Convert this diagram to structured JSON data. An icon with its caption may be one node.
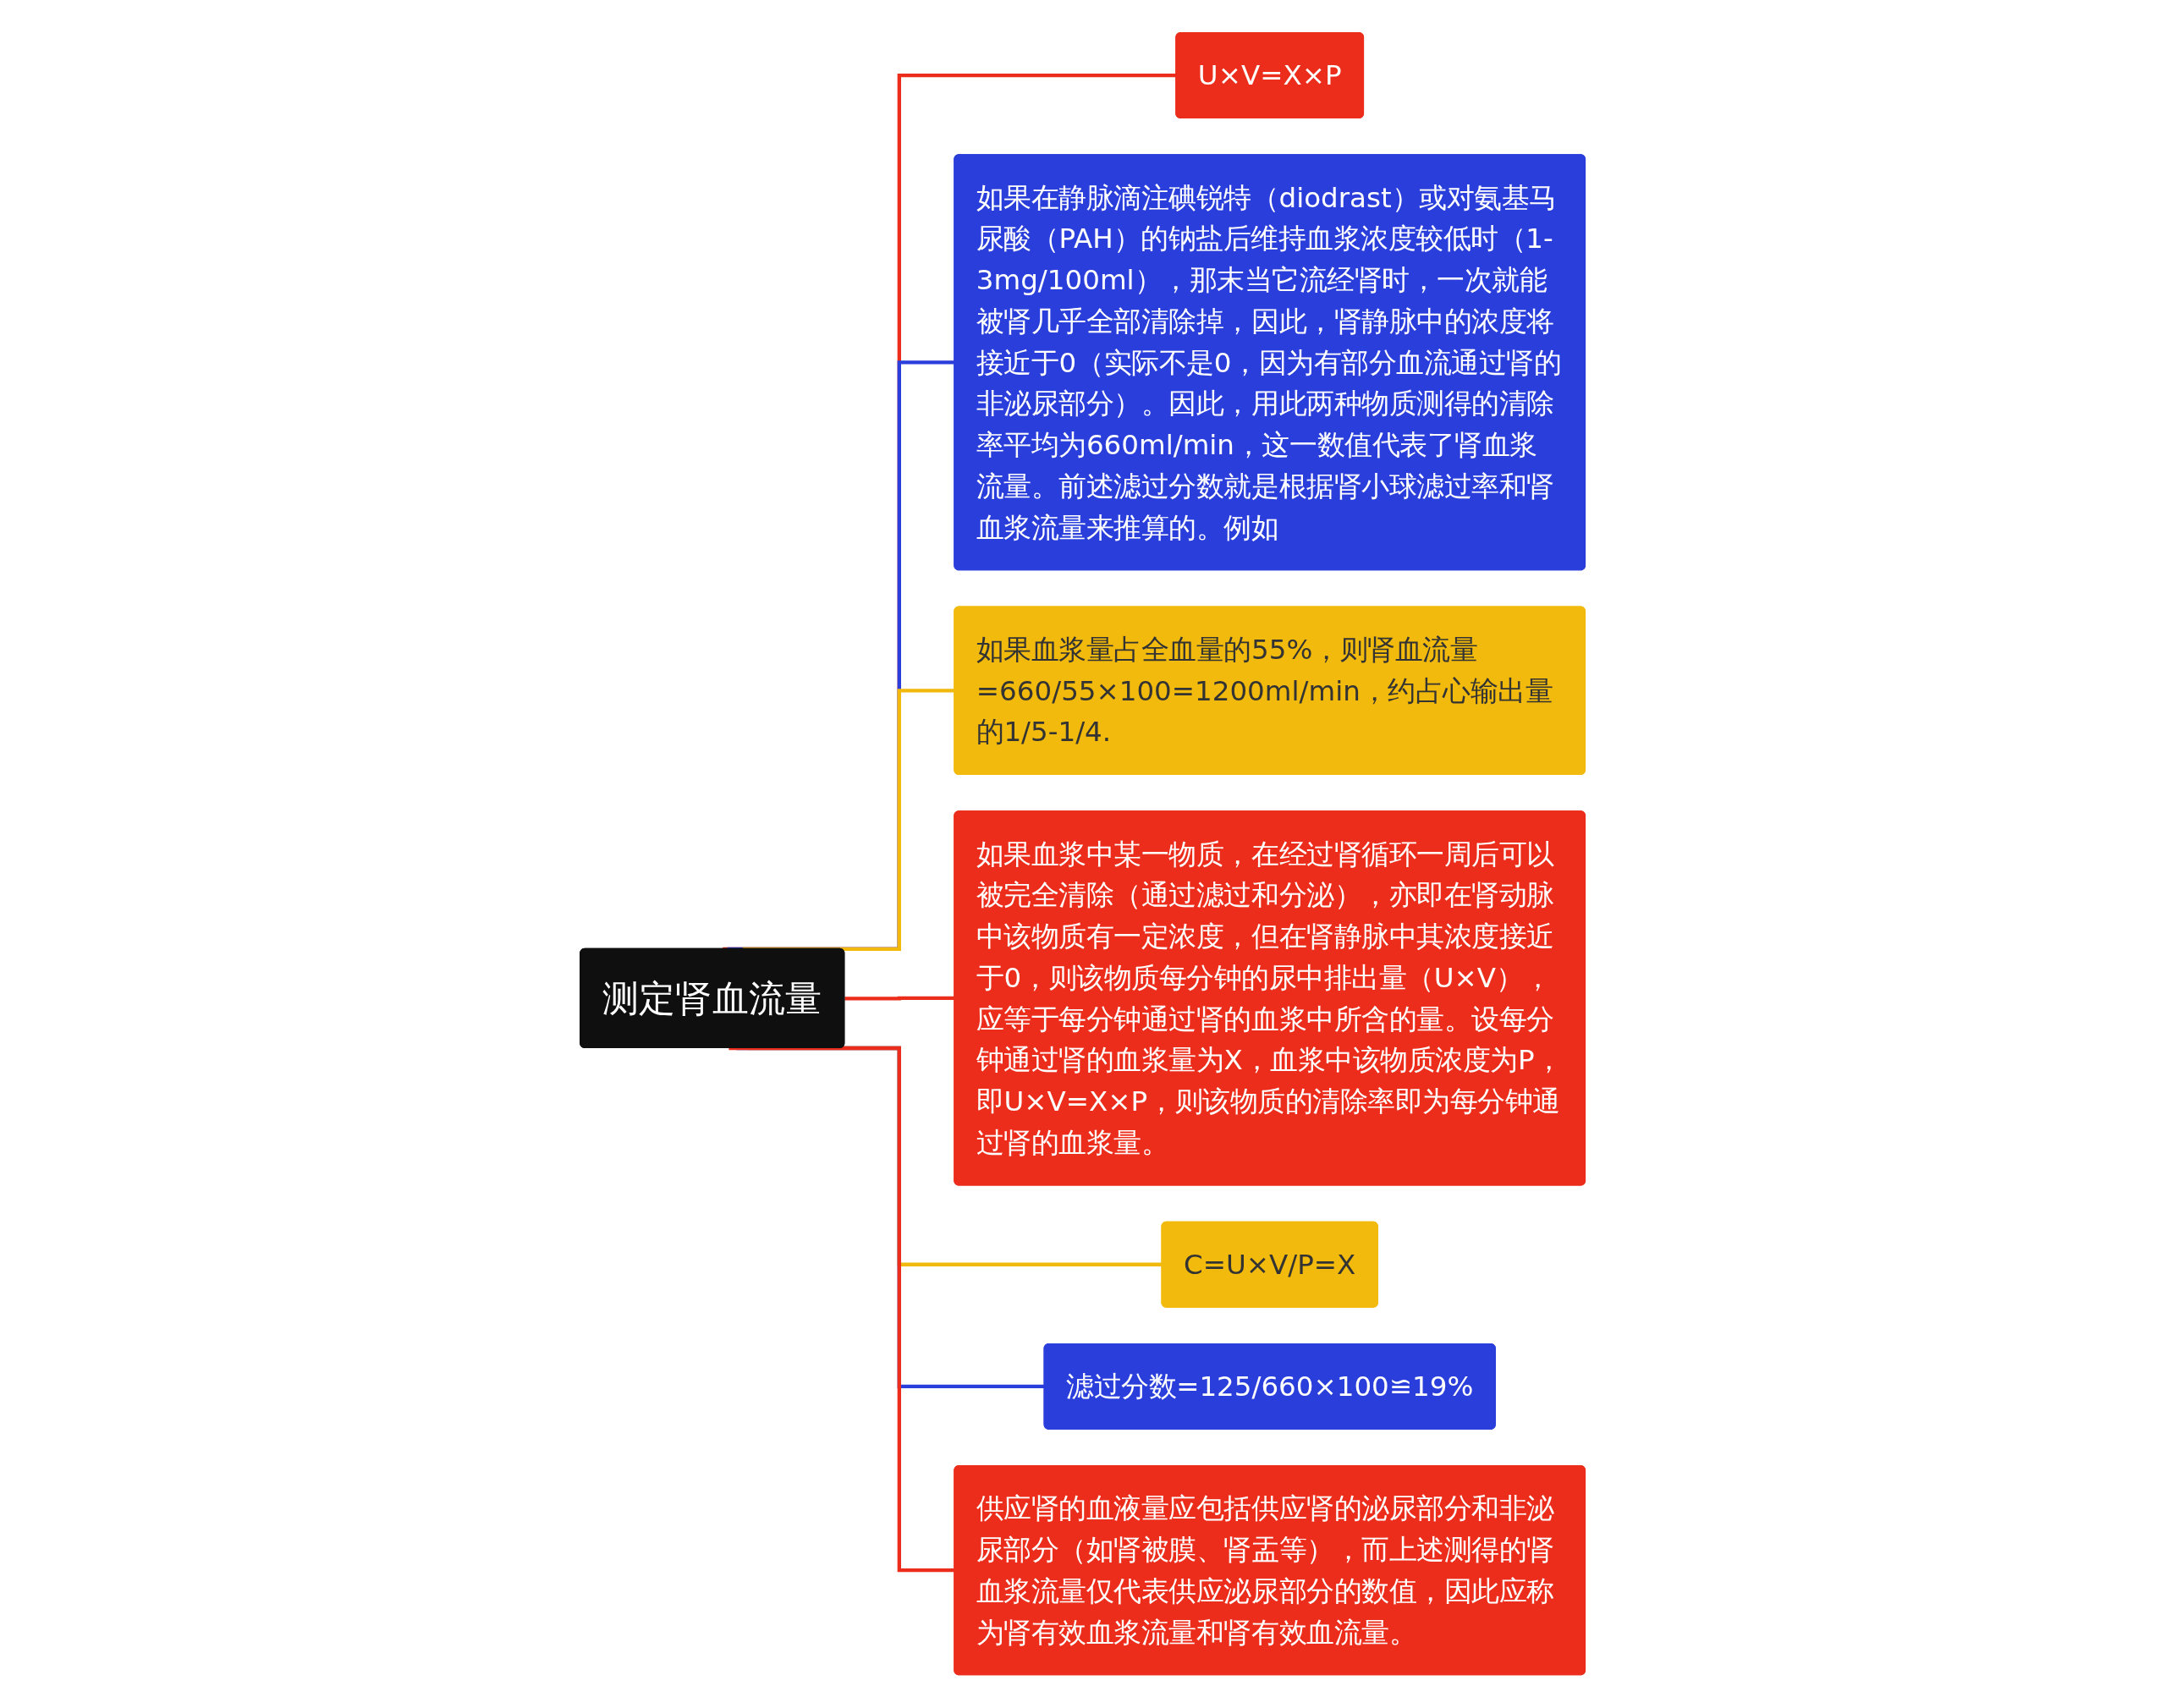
{
  "diagram": {
    "nodes": [
      {
        "text": [
          "测定肾血流量"
        ]
      },
      {
        "text": [
          "U×V=X×P"
        ]
      },
      {
        "text": [
          "如果在静脉滴注碘锐特（diodrast）或对氨基马尿酸（PAH）的钠盐后维持血浆浓度较低时（1-3mg/100ml），那末当它流经肾时，一次就能被肾几乎全部清除掉，因此，肾静脉中的浓度将接近于0（实际不是0，因为有部分血流通过肾的非泌尿部分）。因此，用此两种物质测得的清除率平均为660ml/min，这一数值代表了肾血浆流量。前述滤过分数就是根据肾小球滤过率和肾血浆流量来推算的。例如"
        ]
      },
      {
        "text": [
          "如果血浆量占全血量的55%，则肾血流量=660/55×100=1200ml/min，约占心输出量的1/5-1/4."
        ]
      },
      {
        "text": [
          "如果血浆中某一物质，在经过肾循环一周后可以被完全清除（通过滤过和分泌），亦即在肾动脉中该物质有一定浓度，但在肾静脉中其浓度接近于0，则该物质每分钟的尿中排出量（U×V），应等于每分钟通过肾的血浆中所含的量。设每分钟通过肾的血浆量为X，血浆中该物质浓度为P，即U×V=X×P，则该物质的清除率即为每分钟通过肾的血浆量。"
        ]
      },
      {
        "text": [
          "C=U×V/P=X"
        ]
      },
      {
        "text": [
          "滤过分数=125/660×100≌19%"
        ]
      },
      {
        "text": [
          "供应肾的血液量应包括供应肾的泌尿部分和非泌尿部分（如肾被膜、肾盂等），而上述测得的肾血浆流量仅代表供应泌尿部分的数值，因此应称为肾有效血浆流量和肾有效血流量。"
        ]
      }
    ],
    "edges": [
      {
        "from": 0,
        "to": 1,
        "arrow": "none"
      },
      {
        "from": 0,
        "to": 2,
        "arrow": "none",
        "color": "#2a3edb"
      },
      {
        "from": 0,
        "to": 3,
        "arrow": "none",
        "color": "#f0b90b"
      },
      {
        "from": 0,
        "to": 4,
        "arrow": "none"
      },
      {
        "from": 0,
        "to": 5,
        "arrow": "none",
        "color": "#f0b90b"
      },
      {
        "from": 0,
        "to": 6,
        "arrow": "none",
        "color": "#2a3edb"
      },
      {
        "from": 0,
        "to": 7,
        "arrow": "none"
      }
    ]
  }
}
